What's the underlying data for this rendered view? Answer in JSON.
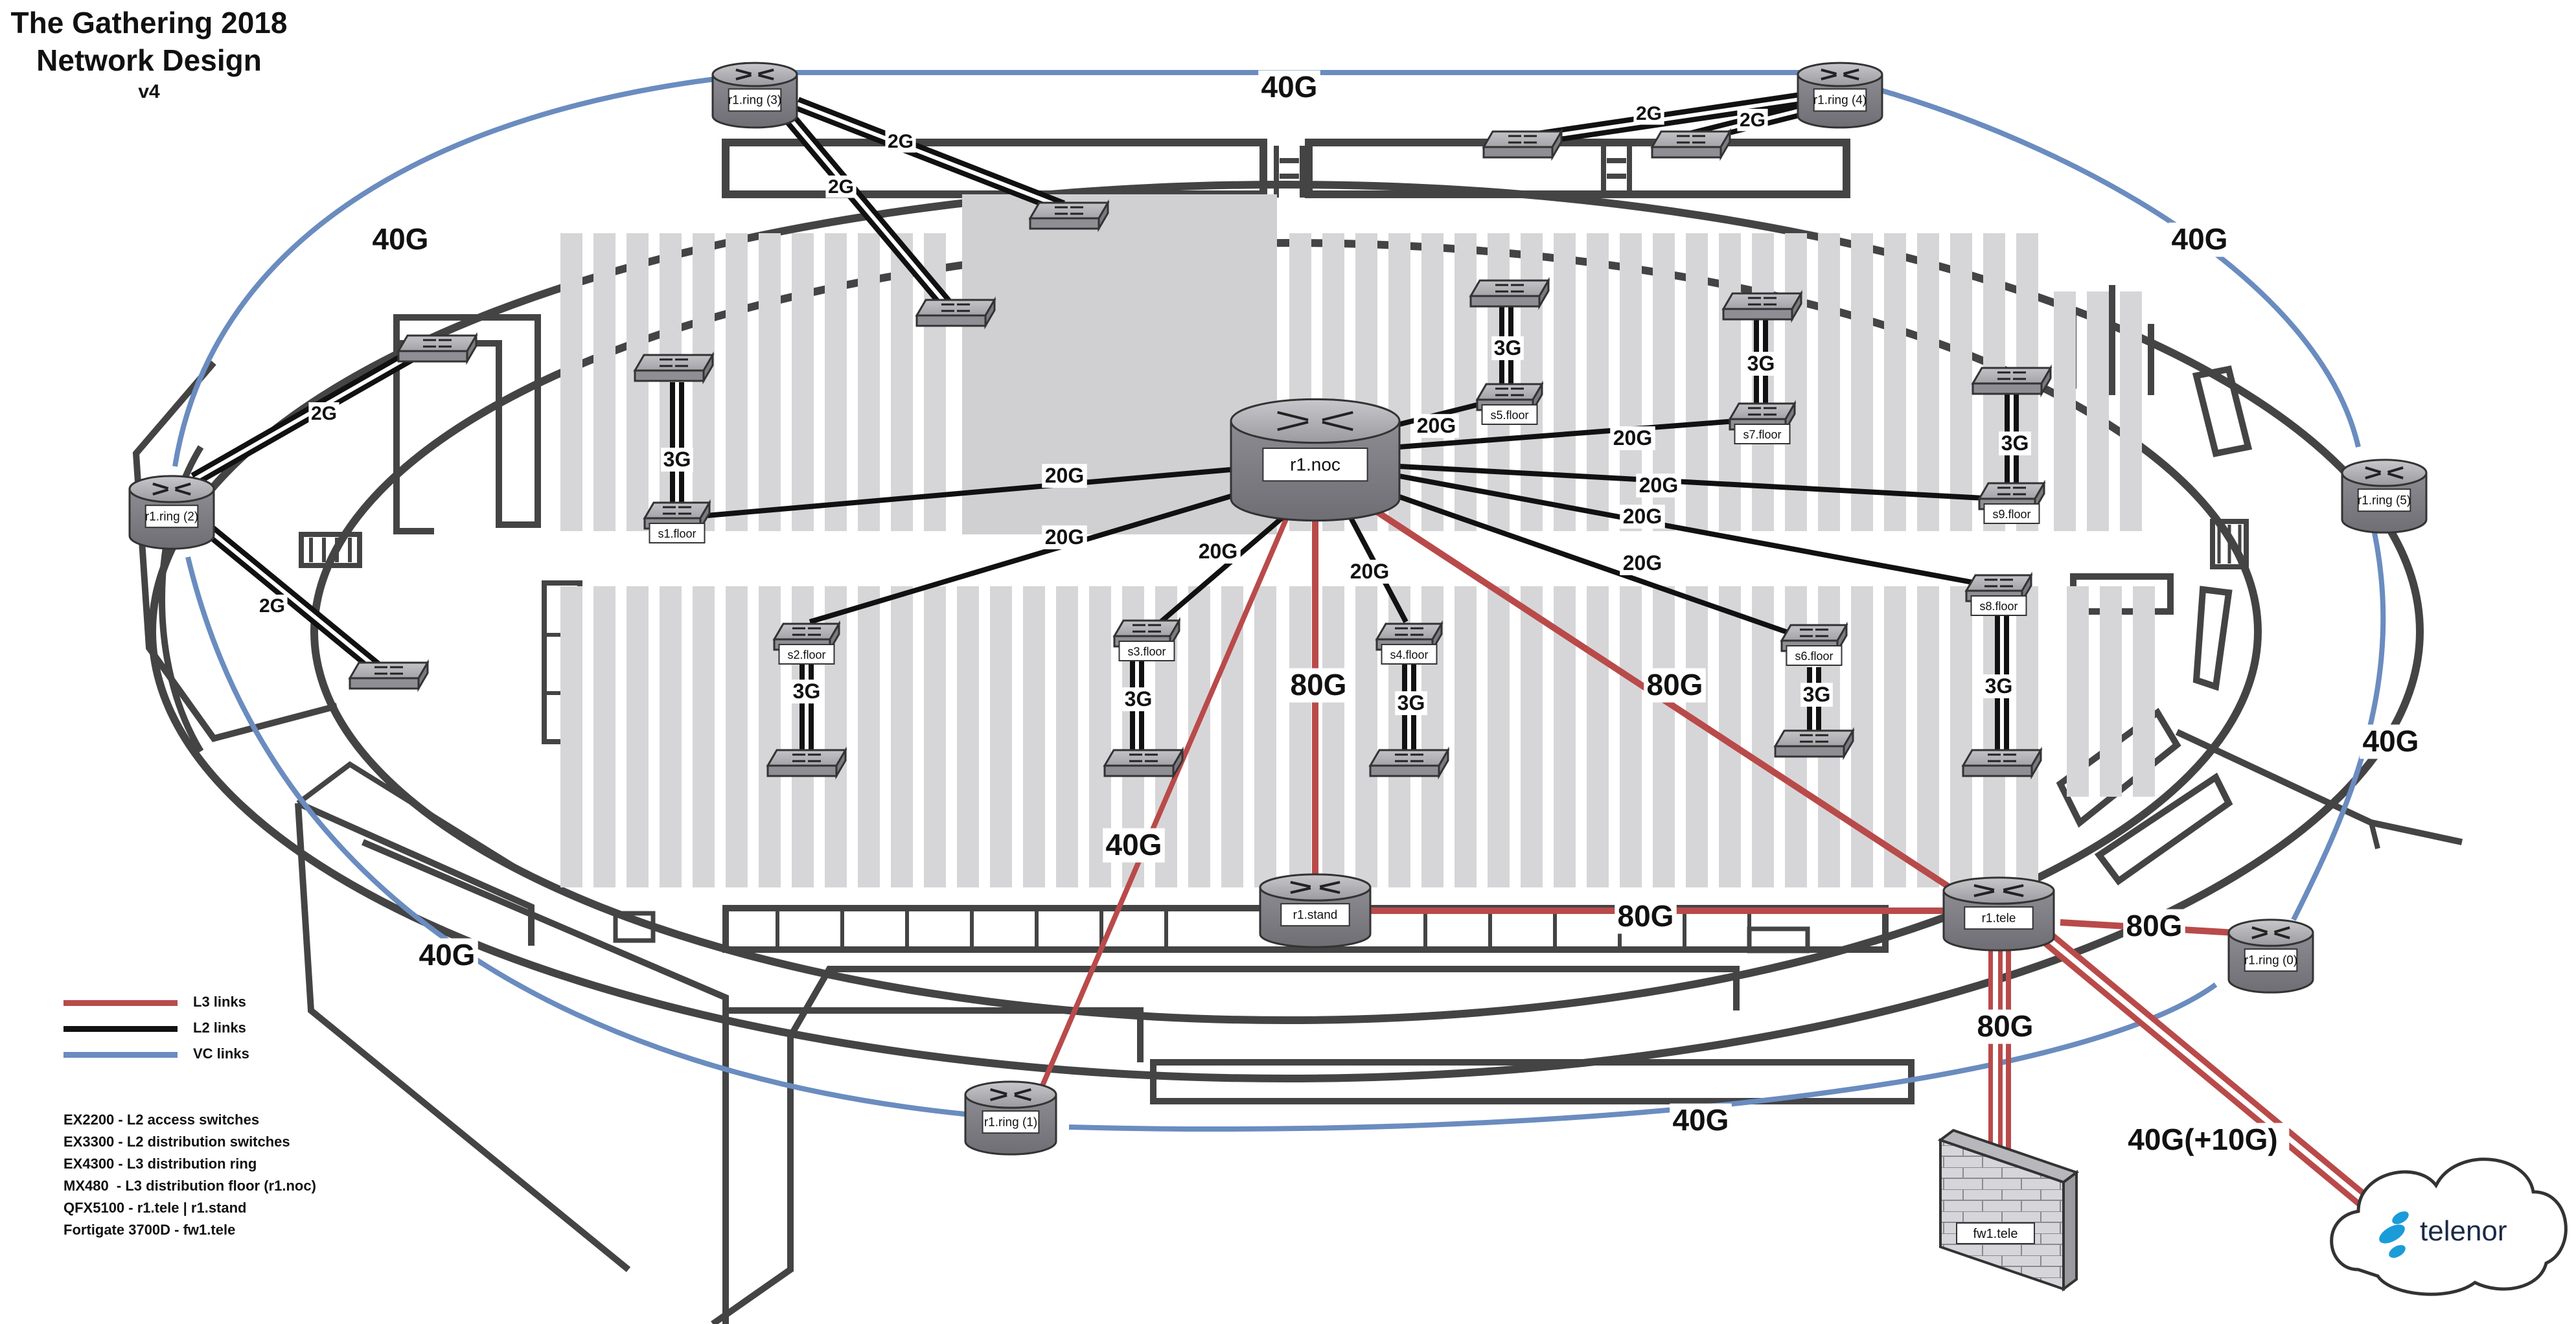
{
  "title": {
    "line1": "The Gathering 2018",
    "line2": "Network Design",
    "version": "v4"
  },
  "legend": {
    "l3": "L3 links",
    "l2": "L2 links",
    "vc": "VC links",
    "colors": {
      "l3": "#b94a4a",
      "l2": "#111111",
      "vc": "#6a8cbf"
    }
  },
  "models": [
    "EX2200 - L2 access switches",
    "EX3300 - L2 distribution switches",
    "EX4300 - L3 distribution ring",
    "MX480  - L3 distribution floor (r1.noc)",
    "QFX5100 - r1.tele | r1.stand",
    "Fortigate 3700D - fw1.tele"
  ],
  "nodes": {
    "r1noc": "r1.noc",
    "ring0": "r1.ring (0)",
    "ring1": "r1.ring (1)",
    "ring2": "r1.ring (2)",
    "ring3": "r1.ring (3)",
    "ring4": "r1.ring (4)",
    "ring5": "r1.ring (5)",
    "stand": "r1.stand",
    "tele": "r1.tele",
    "fw": "fw1.tele",
    "s1": "s1.floor",
    "s2": "s2.floor",
    "s3": "s3.floor",
    "s4": "s4.floor",
    "s5": "s5.floor",
    "s6": "s6.floor",
    "s7": "s7.floor",
    "s8": "s8.floor",
    "s9": "s9.floor"
  },
  "link_labels": {
    "vc_top": "40G",
    "vc_topleft": "40G",
    "vc_topright": "40G",
    "vc_right": "40G",
    "vc_bottomleft": "40G",
    "vc_bottom": "40G",
    "l2_ring3_a": "2G",
    "l2_ring3_b": "2G",
    "l2_ring4_a": "2G",
    "l2_ring4_b": "2G",
    "l2_ring2_a": "2G",
    "l2_ring2_b": "2G",
    "noc_s1": "20G",
    "noc_s2": "20G",
    "noc_s3": "20G",
    "noc_s4": "20G",
    "noc_s5": "20G",
    "noc_s7": "20G",
    "noc_s9": "20G",
    "noc_s8": "20G",
    "noc_s6": "20G",
    "s1_acc": "3G",
    "s2_acc": "3G",
    "s3_acc": "3G",
    "s4_acc": "3G",
    "s5_acc": "3G",
    "s6_acc": "3G",
    "s7_acc": "3G",
    "s8_acc": "3G",
    "s9_acc": "3G",
    "noc_stand": "80G",
    "noc_tele": "80G",
    "noc_ring1": "40G",
    "stand_tele": "80G",
    "tele_ring0": "80G",
    "tele_fw": "80G",
    "tele_telenor": "40G(+10G)"
  },
  "telenor": "telenor"
}
